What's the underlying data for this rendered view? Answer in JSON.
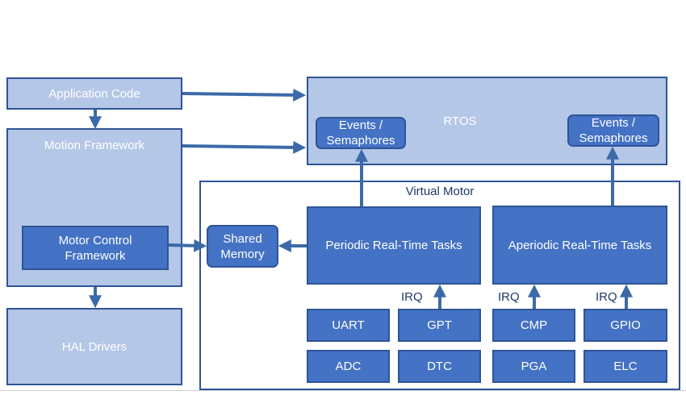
{
  "blocks": {
    "application_code": "Application Code",
    "motion_framework": "Motion Framework",
    "motor_control_framework": "Motor Control Framework",
    "hal_drivers": "HAL Drivers",
    "rtos": "RTOS",
    "events_left": "Events / Semaphores",
    "events_right": "Events / Semaphores",
    "virtual_motor": "Virtual Motor",
    "shared_memory": "Shared Memory",
    "periodic_tasks": "Periodic Real-Time Tasks",
    "aperiodic_tasks": "Aperiodic Real-Time Tasks"
  },
  "irq_labels": [
    "IRQ",
    "IRQ",
    "IRQ"
  ],
  "peripherals": {
    "uart": "UART",
    "gpt": "GPT",
    "cmp": "CMP",
    "gpio": "GPIO",
    "adc": "ADC",
    "dtc": "DTC",
    "pga": "PGA",
    "elc": "ELC"
  },
  "colors": {
    "light_fill": "#b4c7e7",
    "dark_fill": "#4472c4",
    "border": "#2f5496",
    "arrow": "#3c6aa8"
  }
}
